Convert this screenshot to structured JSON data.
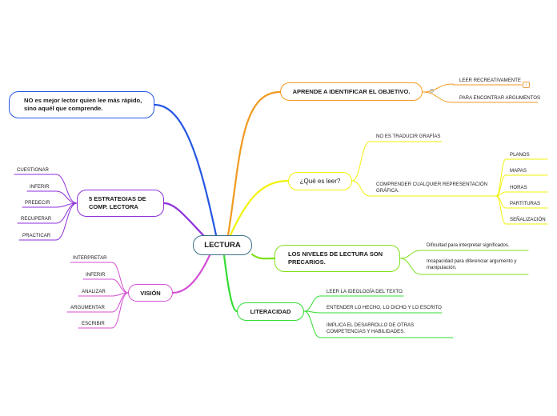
{
  "center": {
    "label": "LECTURA"
  },
  "right": {
    "objetivo": {
      "label": "APRENDE A IDENTIFICAR EL OBJETIVO.",
      "items": [
        "LEER RECREATIVAMENTE",
        "PARA ENCONTRAR ARGUMENTOS"
      ]
    },
    "que_es_leer": {
      "label": "¿Qué es leer?",
      "items": [
        "NO ES TRADUCIR GRAFÍAS",
        "COMPRENDER CUALQUIER REPRESENTACIÓN GRÁFICA."
      ],
      "sub_items": [
        "PLANOS",
        "MAPAS",
        "HORAS",
        "PARTITURAS",
        "SEÑALIZACIÓN"
      ]
    },
    "niveles": {
      "label": "LOS NIVELES DE LECTURA SON PRECARIOS.",
      "items": [
        "Dificultad para  interpretar significados.",
        "Incapacidad para diferenciar argumento y manipulación."
      ]
    },
    "literacidad": {
      "label": "LITERACIDAD",
      "items": [
        "LEER LA IDEOLOGÍA DEL TEXTO.",
        "ENTENDER LO HECHO, LO DICHO Y LO ESCRITO",
        "IMPLICA EL DESARROLLO DE OTRAS COMPETENCIAS Y HABILIDADES."
      ]
    }
  },
  "left": {
    "no_es_mejor": {
      "label": "NO es mejor lector quien lee más rápido, sino aquél que comprende."
    },
    "estrategias": {
      "label": "5 ESTRATEGIAS DE COMP. LECTORA",
      "items": [
        "CUESTIONAR",
        "INFERIR",
        "PREDECIR",
        "RECUPERAR",
        "PRACTICAR"
      ]
    },
    "vision": {
      "label": "VISIÓN",
      "items": [
        "INTERPRETAR",
        "INFERIR",
        "ANALIZAR",
        "ARGUMENTAR",
        "ESCRIBIR"
      ]
    }
  },
  "colors": {
    "objetivo": "#f29a1f",
    "que_es_leer": "#f2f20a",
    "niveles": "#7ee01a",
    "literacidad": "#33dd33",
    "no_es_mejor": "#2456e3",
    "estrategias": "#8d2fd8",
    "vision": "#d44ed4",
    "center_border": "#3c6e8a"
  }
}
